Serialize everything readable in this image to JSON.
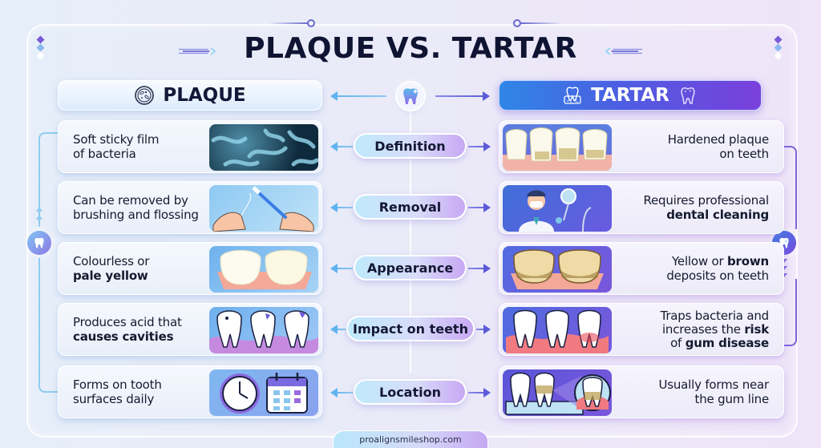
{
  "title": "PLAQUE VS. TARTAR",
  "colors": {
    "title": "#0f1433",
    "plaque_accent": "#5fb4ef",
    "tartar_accent": "#5b5bd9",
    "tartar_header_gradient": [
      "#2f86e6",
      "#4c5fe2",
      "#7a3fdc"
    ],
    "pill_gradient": [
      "#bfe9fb",
      "#d8dcfa",
      "#c7a8f3"
    ]
  },
  "left_header": {
    "label": "PLAQUE",
    "icon": "bacteria-petri-dish-icon"
  },
  "right_header": {
    "label": "TARTAR",
    "icon_left": "tooth-in-gum-icon",
    "icon_right": "tooth-outline-icon"
  },
  "center_icon": "sparkling-tooth-icon",
  "categories": [
    {
      "label": "Definition"
    },
    {
      "label": "Removal"
    },
    {
      "label": "Appearance"
    },
    {
      "label": "Impact on teeth"
    },
    {
      "label": "Location"
    }
  ],
  "plaque": [
    {
      "line1": "Soft sticky film",
      "line2": "of bacteria",
      "image": "bacteria-microscope-image"
    },
    {
      "line1": "Can be removed by",
      "line2": "brushing and flossing",
      "image": "hands-brushing-flossing-image"
    },
    {
      "line1": "Colourless or",
      "line2_bold": "pale yellow",
      "image": "pale-teeth-image"
    },
    {
      "line1": "Produces acid that",
      "line2_bold": "causes cavities",
      "image": "teeth-with-cavities-image"
    },
    {
      "line1": "Forms on tooth",
      "line2": "surfaces daily",
      "image": "clock-calendar-image"
    }
  ],
  "tartar": [
    {
      "line1": "Hardened plaque",
      "line2": "on teeth",
      "image": "tartar-teeth-image"
    },
    {
      "line1": "Requires professional",
      "line2_bold": "dental cleaning",
      "image": "dentist-image"
    },
    {
      "line1_pre": "Yellow or ",
      "line1_bold": "brown",
      "line2": "deposits on teeth",
      "image": "brown-deposit-teeth-image"
    },
    {
      "line1": "Traps bacteria and",
      "line2_pre": "increases the ",
      "line2_bold": "risk",
      "line3_pre": "of ",
      "line3_bold": "gum disease",
      "image": "inflamed-gums-image"
    },
    {
      "line1": "Usually forms near",
      "line2": "the gum line",
      "image": "gumline-magnifier-image"
    }
  ],
  "footer": {
    "url": "proalignsmileshop.com"
  }
}
